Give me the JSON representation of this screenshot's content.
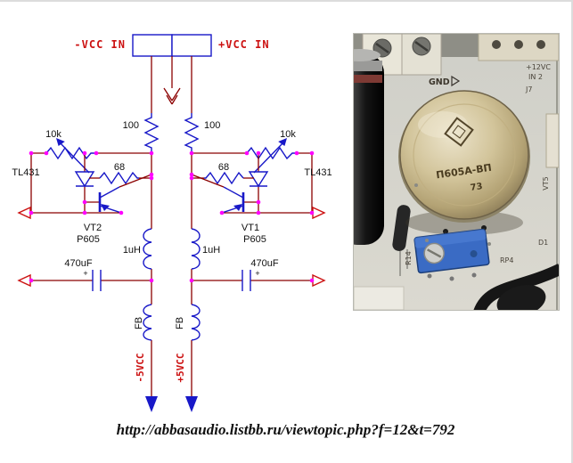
{
  "caption": {
    "url": "http://abbasaudio.listbb.ru/viewtopic.php?f=12&t=792"
  },
  "schematic": {
    "supply": {
      "neg_label": "-VCC IN",
      "pos_label": "+VCC IN"
    },
    "resistors": {
      "r_top_left": "100",
      "r_top_right": "100",
      "pot_left": "10k",
      "pot_right": "10k",
      "r_mid_left": "68",
      "r_mid_right": "68"
    },
    "regulators": {
      "left": "TL431",
      "right": "TL431"
    },
    "transistors": {
      "left_ref": "VT2",
      "left_part": "P605",
      "right_ref": "VT1",
      "right_part": "P605"
    },
    "inductors": {
      "left": "1uH",
      "right": "1uH",
      "fb_left": "FB",
      "fb_right": "FB"
    },
    "capacitors": {
      "left": "470uF",
      "right": "470uF",
      "plus": "+"
    },
    "outputs": {
      "neg": "-5VCC",
      "pos": "+5VCC"
    }
  },
  "photo": {
    "silkscreen": {
      "supply": "+12VC",
      "in2": "IN 2",
      "j7": "J7",
      "gnd": "GND",
      "vt5": "VT5",
      "d1": "D1",
      "r14": "R14",
      "rp4": "RP4"
    },
    "transistor": {
      "marking": "П605А-ВП",
      "date_code": "73"
    }
  },
  "colors": {
    "wire": "#8b0000",
    "component": "#1818c8",
    "junction": "#ff00ff",
    "label_red": "#cc1111",
    "trimmer_blue": "#3a6bc4"
  }
}
